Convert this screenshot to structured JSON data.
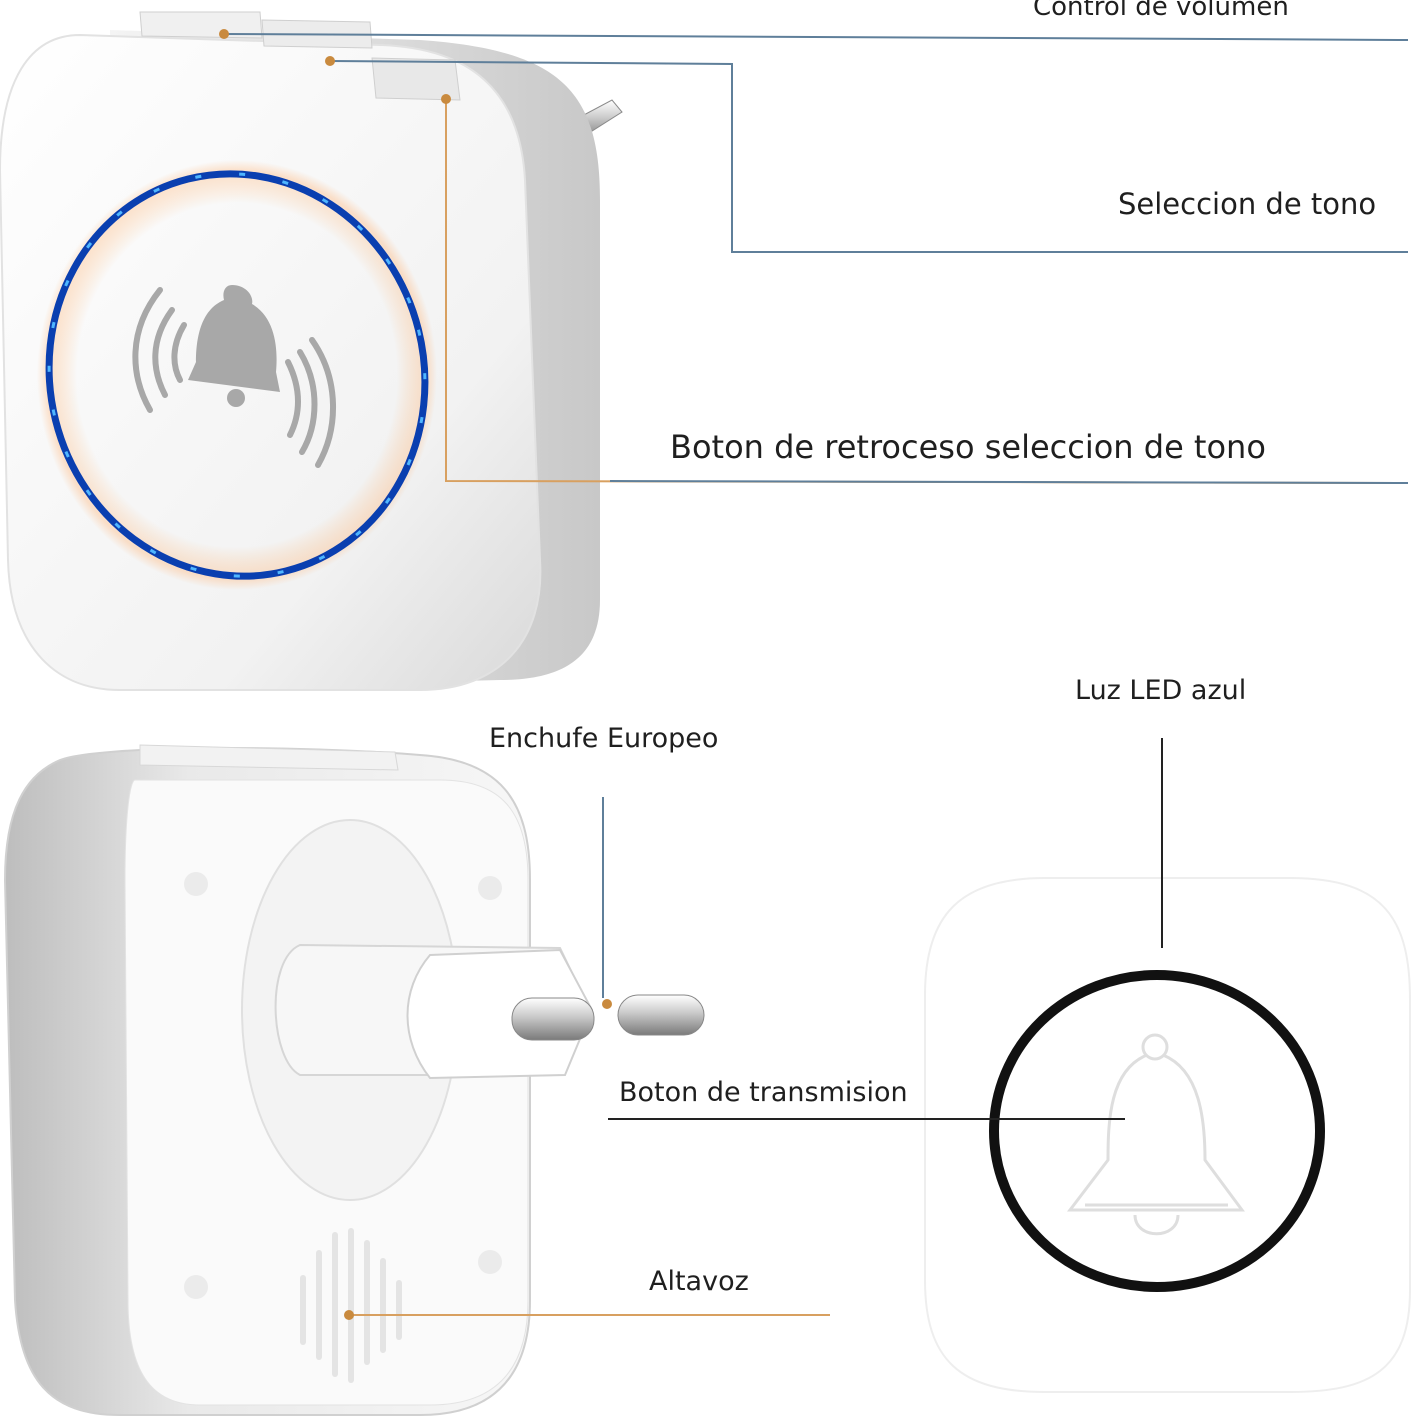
{
  "labels": {
    "volume_control": "Control de volumen",
    "tone_selection": "Seleccion de tono",
    "tone_back_button": "Boton de retroceso seleccion de tono",
    "euro_plug": "Enchufe Europeo",
    "blue_led": "Luz LED azul",
    "transmit_button": "Boton de transmision",
    "speaker": "Altavoz"
  },
  "colors": {
    "leader_blue": "#5f7f9a",
    "leader_orange": "#d8a060",
    "led_blue": "#1e6fe0",
    "button_ring": "#111111",
    "device_white": "#fbfbfb"
  }
}
